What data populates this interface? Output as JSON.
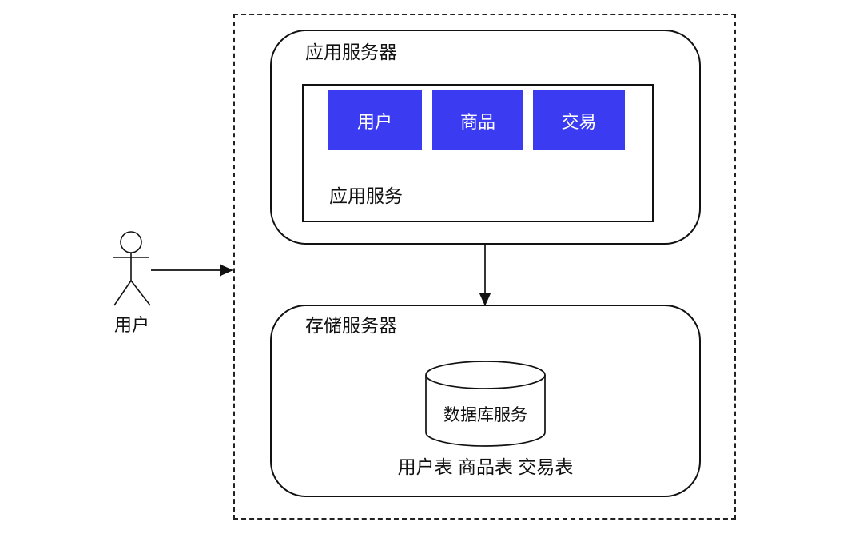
{
  "diagram": {
    "actor": {
      "label": "用户"
    },
    "boundary": {
      "style": "dashed"
    },
    "app_server": {
      "title": "应用服务器",
      "service_label": "应用服务",
      "modules": [
        {
          "label": "用户"
        },
        {
          "label": "商品"
        },
        {
          "label": "交易"
        }
      ]
    },
    "storage_server": {
      "title": "存储服务器",
      "database_label": "数据库服务",
      "tables_label": "用户表 商品表 交易表"
    },
    "connections": [
      {
        "from": "actor",
        "to": "system-boundary",
        "direction": "right"
      },
      {
        "from": "app-server",
        "to": "storage-server",
        "direction": "down"
      }
    ],
    "colors": {
      "module_fill": "#3b3bf2",
      "module_text": "#ffffff",
      "line": "#111111",
      "background": "#ffffff"
    }
  }
}
